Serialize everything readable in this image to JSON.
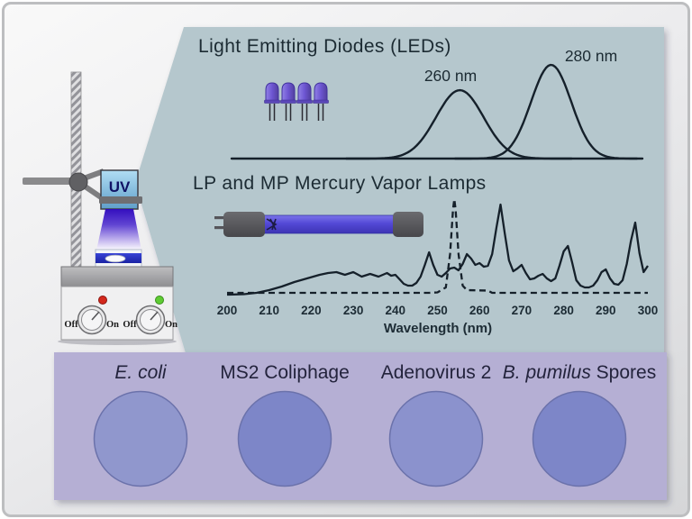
{
  "apparatus": {
    "uv_label": "UV",
    "knob_off": "Off",
    "knob_on": "On"
  },
  "chart_data": [
    {
      "type": "line",
      "title": "Light Emitting Diodes (LEDs)",
      "xlabel": "",
      "ylabel": "",
      "x_unit": "nm",
      "xlim": [
        210,
        300
      ],
      "grid": false,
      "legend": "none",
      "series": [
        {
          "name": "260 nm LED emission",
          "curve": "gaussian",
          "peak_nm": 260,
          "sigma_nm": 5.2,
          "rel_intensity": 0.73,
          "label": "260 nm"
        },
        {
          "name": "280 nm LED emission",
          "curve": "gaussian",
          "peak_nm": 280,
          "sigma_nm": 4.4,
          "rel_intensity": 1.0,
          "label": "280 nm"
        }
      ]
    },
    {
      "type": "line",
      "title": "LP and MP Mercury Vapor Lamps",
      "xlabel": "Wavelength (nm)",
      "ylabel": "",
      "xlim": [
        200,
        300
      ],
      "xticks": [
        200,
        210,
        220,
        230,
        240,
        250,
        260,
        270,
        280,
        290,
        300
      ],
      "grid": false,
      "legend": "none",
      "series": [
        {
          "name": "MP mercury vapor lamp",
          "style": "solid",
          "points": [
            [
              200,
              0
            ],
            [
              204,
              0.005
            ],
            [
              207,
              0.02
            ],
            [
              210,
              0.05
            ],
            [
              213,
              0.09
            ],
            [
              216,
              0.14
            ],
            [
              219,
              0.18
            ],
            [
              222,
              0.22
            ],
            [
              224,
              0.24
            ],
            [
              226,
              0.25
            ],
            [
              228,
              0.22
            ],
            [
              230,
              0.25
            ],
            [
              232,
              0.2
            ],
            [
              234,
              0.23
            ],
            [
              236,
              0.2
            ],
            [
              237,
              0.22
            ],
            [
              238,
              0.24
            ],
            [
              239,
              0.21
            ],
            [
              240,
              0.22
            ],
            [
              241,
              0.17
            ],
            [
              242,
              0.12
            ],
            [
              243,
              0.1
            ],
            [
              244,
              0.1
            ],
            [
              245,
              0.13
            ],
            [
              246,
              0.2
            ],
            [
              247,
              0.33
            ],
            [
              248,
              0.47
            ],
            [
              249,
              0.33
            ],
            [
              250,
              0.22
            ],
            [
              251,
              0.2
            ],
            [
              252,
              0.24
            ],
            [
              253,
              0.29
            ],
            [
              254,
              0.3
            ],
            [
              255,
              0.27
            ],
            [
              256,
              0.34
            ],
            [
              257,
              0.45
            ],
            [
              258,
              0.4
            ],
            [
              259,
              0.33
            ],
            [
              260,
              0.35
            ],
            [
              261,
              0.31
            ],
            [
              262,
              0.32
            ],
            [
              263,
              0.45
            ],
            [
              264,
              0.74
            ],
            [
              265,
              1.0
            ],
            [
              266,
              0.68
            ],
            [
              267,
              0.38
            ],
            [
              268,
              0.26
            ],
            [
              269,
              0.29
            ],
            [
              270,
              0.33
            ],
            [
              271,
              0.24
            ],
            [
              272,
              0.17
            ],
            [
              273,
              0.18
            ],
            [
              274,
              0.21
            ],
            [
              275,
              0.23
            ],
            [
              276,
              0.18
            ],
            [
              277,
              0.15
            ],
            [
              278,
              0.18
            ],
            [
              279,
              0.32
            ],
            [
              280,
              0.48
            ],
            [
              281,
              0.54
            ],
            [
              282,
              0.36
            ],
            [
              283,
              0.16
            ],
            [
              284,
              0.1
            ],
            [
              285,
              0.08
            ],
            [
              286,
              0.08
            ],
            [
              287,
              0.1
            ],
            [
              288,
              0.16
            ],
            [
              289,
              0.25
            ],
            [
              290,
              0.28
            ],
            [
              291,
              0.18
            ],
            [
              292,
              0.12
            ],
            [
              293,
              0.11
            ],
            [
              294,
              0.16
            ],
            [
              295,
              0.34
            ],
            [
              296,
              0.6
            ],
            [
              297,
              0.8
            ],
            [
              298,
              0.46
            ],
            [
              299,
              0.25
            ],
            [
              300,
              0.32
            ]
          ]
        },
        {
          "name": "LP mercury vapor lamp (254 nm line)",
          "style": "dashed",
          "points": [
            [
              200,
              0.02
            ],
            [
              248,
              0.02
            ],
            [
              250,
              0.025
            ],
            [
              252,
              0.08
            ],
            [
              253,
              0.45
            ],
            [
              253.7,
              0.95
            ],
            [
              254,
              1.06
            ],
            [
              254.3,
              0.95
            ],
            [
              255,
              0.45
            ],
            [
              256,
              0.1
            ],
            [
              257,
              0.05
            ],
            [
              262,
              0.045
            ],
            [
              263,
              0.02
            ],
            [
              300,
              0.02
            ]
          ]
        }
      ]
    }
  ],
  "organisms": {
    "items": [
      {
        "segments": [
          {
            "text": "E. coli",
            "italic": true
          }
        ]
      },
      {
        "segments": [
          {
            "text": "MS2 Coliphage",
            "italic": false
          }
        ]
      },
      {
        "segments": [
          {
            "text": "Adenovirus 2",
            "italic": false
          }
        ]
      },
      {
        "segments": [
          {
            "text": "B. pumilus",
            "italic": true
          },
          {
            "text": " Spores",
            "italic": false
          }
        ]
      }
    ]
  },
  "colors": {
    "panel_spectra_bg": "#b5c7cd",
    "panel_organisms_bg": "#b5afd4",
    "curve": "#15202a",
    "text_dark": "#1d2c35",
    "organism_text": "#23233c",
    "led_body": "#6d56d2",
    "lamp_tube": "#5349d6",
    "uv_box": "#7db8dc",
    "beam_top": "#2c05bd",
    "indicator_red": "#d3281c",
    "indicator_green": "#5ecb33",
    "ecoli_rod": "#5a6c2b",
    "phage_body": "#e7e7e0",
    "adenovirus_body": "#a9bbe0",
    "adenovirus_spike": "#29336a",
    "spore_rod": "#85837b",
    "organism_circle": [
      "#9097cd",
      "#7d86c8",
      "#8b92cd",
      "#7d86c8"
    ]
  }
}
